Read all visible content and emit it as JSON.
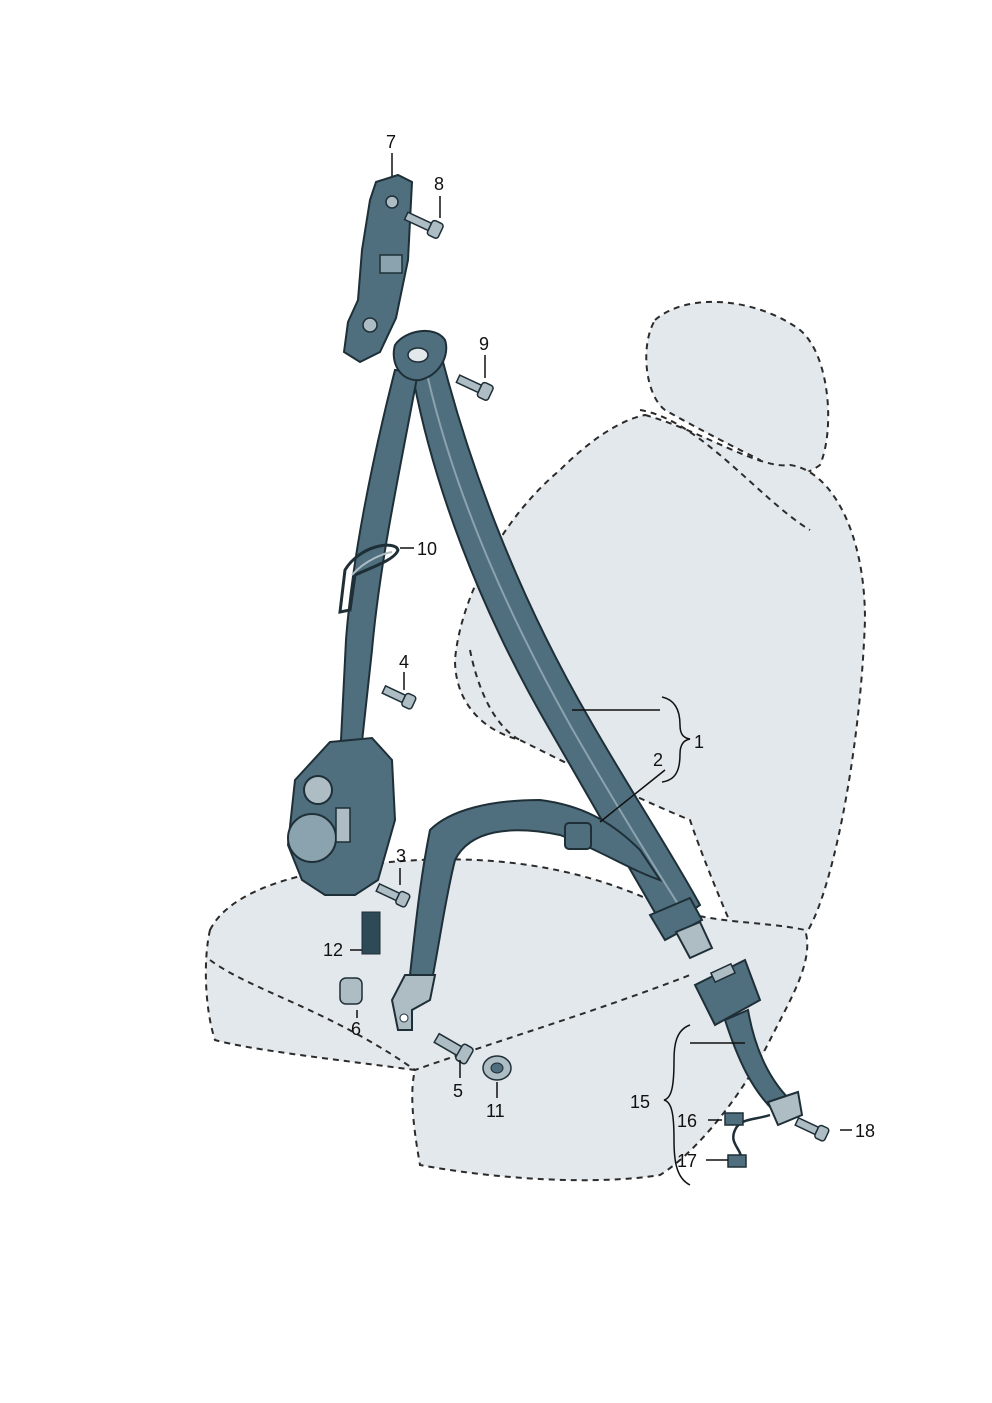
{
  "colors": {
    "seat_fill": "#e3e8ec",
    "seat_outline": "#2b2b2b",
    "belt_fill": "#4f6e7e",
    "belt_dark": "#2f4a57",
    "metal": "#aebcc4",
    "line": "#111111"
  },
  "callouts": {
    "c1": "1",
    "c2": "2",
    "c3": "3",
    "c4": "4",
    "c5": "5",
    "c6": "6",
    "c7": "7",
    "c8": "8",
    "c9": "9",
    "c10": "10",
    "c11": "11",
    "c12": "12",
    "c15": "15",
    "c16": "16",
    "c17": "17",
    "c18": "18"
  }
}
